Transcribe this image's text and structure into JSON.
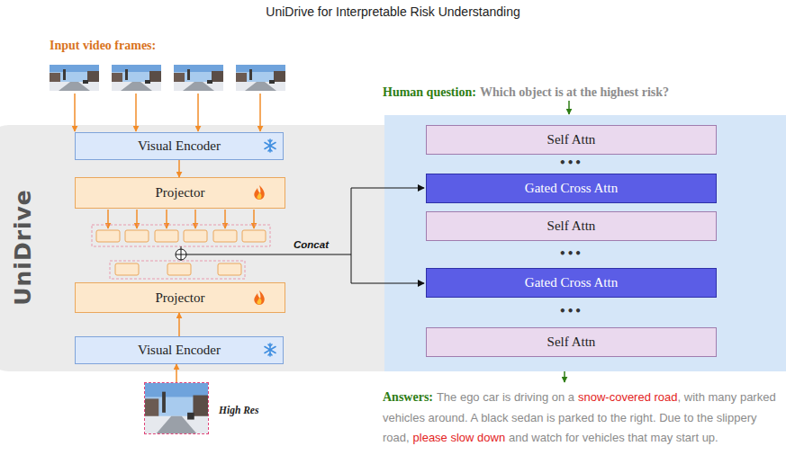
{
  "diagram": {
    "title": "UniDrive for Interpretable Risk Understanding",
    "nodes": [
      {
        "text": [
          "UniDrive"
        ]
      },
      {
        "text": [
          "Visual Encoder"
        ],
        "in": 0
      },
      {
        "text": [
          "Projector"
        ],
        "in": 0
      },
      {
        "text": [
          "Projector"
        ],
        "in": 0
      },
      {
        "text": [
          "Visual Encoder"
        ],
        "in": 0
      },
      {
        "text": [
          "Self Attn"
        ],
        "in": 0
      },
      {
        "text": [
          "Gated Cross Attn"
        ],
        "in": 0
      },
      {
        "text": [
          "Self Attn"
        ],
        "in": 0
      },
      {
        "text": [
          "Gated Cross Attn"
        ],
        "in": 0
      },
      {
        "text": [
          "Self Attn"
        ],
        "in": 0
      },
      {
        "text": [
          "High Res"
        ]
      }
    ],
    "edges": [
      {
        "from": 1,
        "to": 2,
        "arrow": "to"
      },
      {
        "from": 4,
        "to": 3,
        "arrow": "to"
      },
      {
        "from": 10,
        "to": 4,
        "arrow": "to"
      }
    ],
    "labels": [
      "Input video frames:",
      "•••",
      "•••",
      "•••",
      "Concat",
      "Human question:",
      "Which object is at the highest risk?",
      "Answers:",
      "The ego car is driving on a",
      "snow-covered road",
      ", with many parked vehicles around. A black sedan is parked to the right. Due to the slippery road,",
      "please slow down",
      "and watch for vehicles that may start up."
    ]
  }
}
